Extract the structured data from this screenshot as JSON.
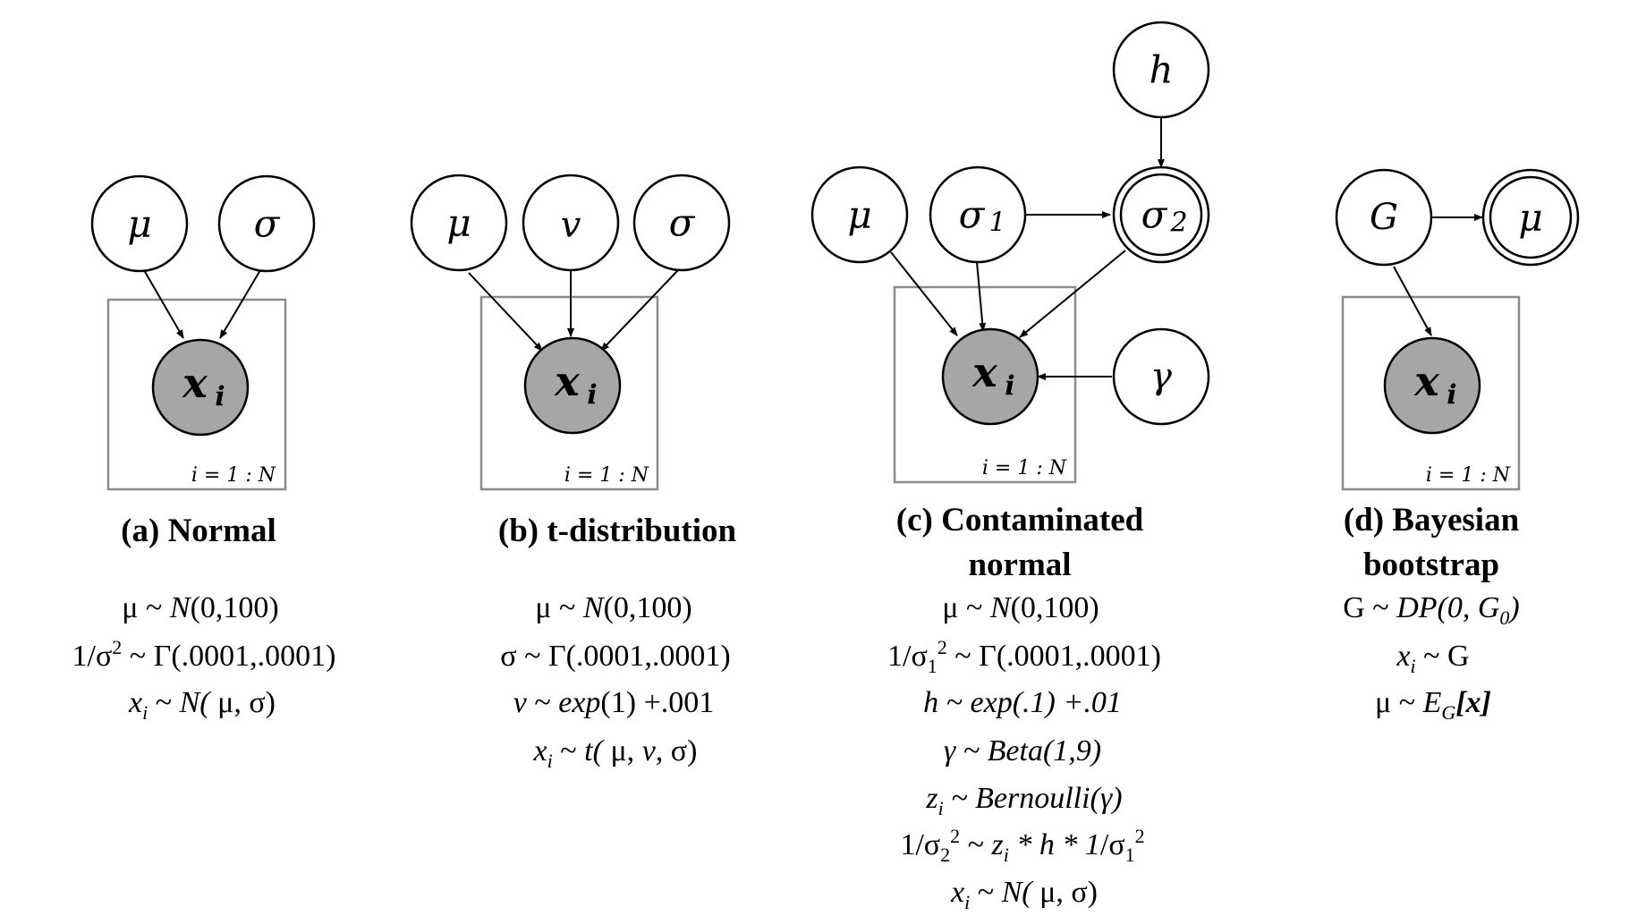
{
  "panels": {
    "a": {
      "caption": "(a) Normal",
      "nodes": {
        "mu": "μ",
        "sigma": "σ",
        "x": "x",
        "x_sub": "i"
      },
      "plate": "i = 1 : N",
      "eq1": {
        "a": "μ ~ ",
        "b": "N",
        "c": "(0,100)"
      },
      "eq2": {
        "a": "1/σ",
        "b": "2",
        "c": " ~ Γ(.0001,.0001)"
      },
      "eq3": {
        "a": "x",
        "b": "i",
        "c": " ~ ",
        "d": "N(",
        "e": " μ, σ)"
      }
    },
    "b": {
      "caption": "(b) t-distribution",
      "nodes": {
        "mu": "μ",
        "nu": "v",
        "sigma": "σ",
        "x": "x",
        "x_sub": "i"
      },
      "plate": "i = 1 : N",
      "eq1": {
        "a": "μ ~ ",
        "b": "N",
        "c": "(0,100)"
      },
      "eq2": {
        "a": "σ ~ Γ(.0001,.0001)"
      },
      "eq3": {
        "a": "v",
        "b": " ~ ",
        "c": "exp",
        "d": "(1) +.001"
      },
      "eq4": {
        "a": "x",
        "b": "i",
        "c": " ~ ",
        "d": "t(",
        "e": " μ, ",
        "f": "v",
        "g": ", σ)"
      }
    },
    "c": {
      "caption_line1": "(c) Contaminated",
      "caption_line2": "normal",
      "nodes": {
        "h": "h",
        "mu": "μ",
        "sigma1": "σ",
        "sigma1_sub": "1",
        "sigma2": "σ",
        "sigma2_sub": "2",
        "gamma": "γ",
        "x": "x",
        "x_sub": "i"
      },
      "plate": "i = 1 : N",
      "eq1": {
        "a": "μ ~ ",
        "b": "N",
        "c": "(0,100)"
      },
      "eq2": {
        "a": "1/σ",
        "b": "1",
        "c": "2",
        "d": " ~ Γ(.0001,.0001)"
      },
      "eq3": {
        "a": "h ~ exp(.1) +.01"
      },
      "eq4": {
        "a": "γ ~ Beta(1,9)"
      },
      "eq5": {
        "a": "z",
        "b": "i",
        "c": " ~ Bernoulli(γ)"
      },
      "eq6": {
        "a": "1/σ",
        "b": "2",
        "c": "2",
        "d": " ~ ",
        "e": "z",
        "f": "i",
        "g": " * h * 1",
        "h": "/σ",
        "i": "1",
        "j": "2"
      },
      "eq7": {
        "a": "x",
        "b": "i",
        "c": " ~ ",
        "d": "N(",
        "e": " μ, σ)"
      }
    },
    "d": {
      "caption_line1": "(d) Bayesian",
      "caption_line2": "bootstrap",
      "nodes": {
        "G": "G",
        "mu": "μ",
        "x": "x",
        "x_sub": "i"
      },
      "plate": "i = 1 : N",
      "eq1": {
        "a": "G ~ ",
        "b": "DP(0, G",
        "c": "0",
        "d": ")"
      },
      "eq2": {
        "a": "x",
        "b": "i",
        "c": " ~ G"
      },
      "eq3": {
        "a": "μ ~ ",
        "b": "E",
        "c": "G",
        "d": "[",
        "e": "x",
        "f": "]"
      }
    }
  },
  "colors": {
    "observed_node": "#a6a6a6",
    "plate": "#8c8c8c"
  }
}
